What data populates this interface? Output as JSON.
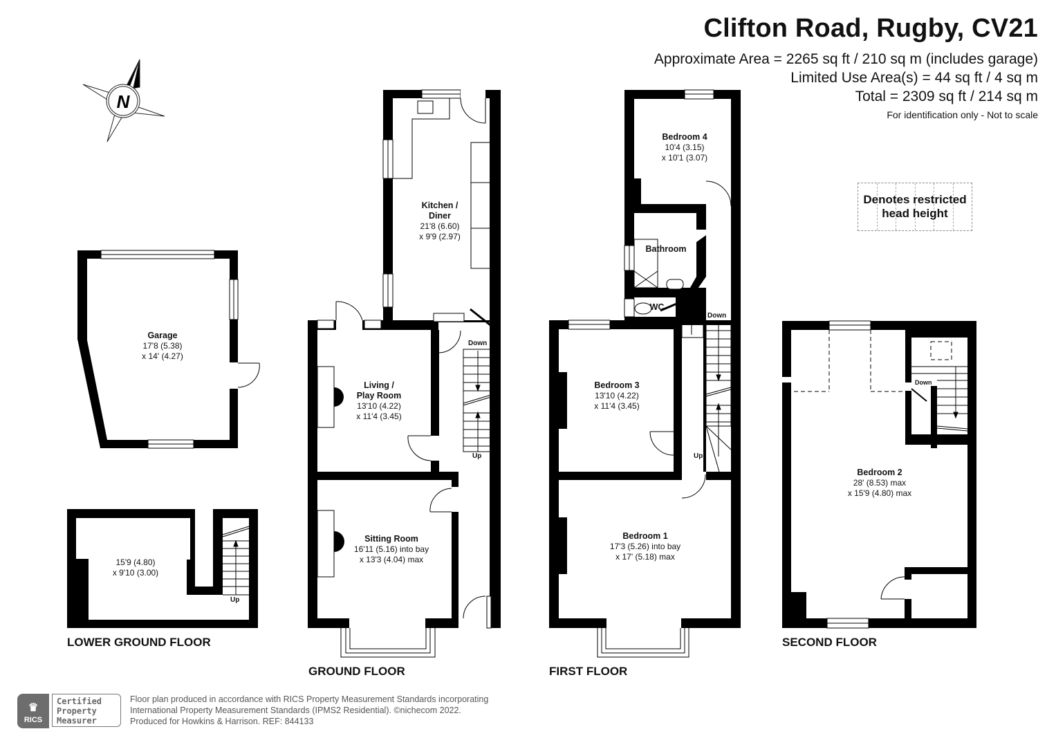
{
  "header": {
    "title": "Clifton Road, Rugby, CV21",
    "approx_area": "Approximate Area = 2265 sq ft / 210 sq m (includes garage)",
    "limited_use": "Limited Use Area(s) = 44 sq ft / 4 sq m",
    "total": "Total = 2309 sq ft / 214 sq m",
    "note": "For identification only - Not to scale"
  },
  "legend": {
    "restricted_head_height": "Denotes restricted head height"
  },
  "compass": {
    "icon": "north-arrow-icon",
    "label": "N"
  },
  "floors": {
    "lower_ground": {
      "label": "LOWER GROUND FLOOR",
      "rooms": [
        {
          "name": "",
          "dim1": "15'9 (4.80)",
          "dim2": "x 9'10 (3.00)"
        }
      ],
      "stairs": [
        "Up"
      ]
    },
    "garage": {
      "rooms": [
        {
          "name": "Garage",
          "dim1": "17'8 (5.38)",
          "dim2": "x 14' (4.27)"
        }
      ]
    },
    "ground": {
      "label": "GROUND FLOOR",
      "rooms": [
        {
          "name": "Kitchen /",
          "name2": "Diner",
          "dim1": "21'8 (6.60)",
          "dim2": "x 9'9 (2.97)"
        },
        {
          "name": "Living /",
          "name2": "Play Room",
          "dim1": "13'10 (4.22)",
          "dim2": "x 11'4 (3.45)"
        },
        {
          "name": "Sitting Room",
          "dim1": "16'11 (5.16) into bay",
          "dim2": "x 13'3 (4.04) max"
        }
      ],
      "stairs": [
        "Down",
        "Up"
      ]
    },
    "first": {
      "label": "FIRST FLOOR",
      "rooms": [
        {
          "name": "Bedroom 4",
          "dim1": "10'4 (3.15)",
          "dim2": "x 10'1 (3.07)"
        },
        {
          "name": "Bathroom"
        },
        {
          "name": "WC"
        },
        {
          "name": "Bedroom 3",
          "dim1": "13'10 (4.22)",
          "dim2": "x 11'4 (3.45)"
        },
        {
          "name": "Bedroom 1",
          "dim1": "17'3 (5.26) into bay",
          "dim2": "x 17' (5.18) max"
        }
      ],
      "stairs": [
        "Down",
        "Up"
      ]
    },
    "second": {
      "label": "SECOND FLOOR",
      "rooms": [
        {
          "name": "Bedroom 2",
          "dim1": "28' (8.53) max",
          "dim2": "x 15'9 (4.80) max"
        }
      ],
      "stairs": [
        "Down"
      ]
    }
  },
  "footer": {
    "rics_logo": "RICS",
    "cert_line1": "Certified",
    "cert_line2": "Property",
    "cert_line3": "Measurer",
    "line1": "Floor plan produced in accordance with RICS Property Measurement Standards incorporating",
    "line2": "International Property Measurement Standards (IPMS2 Residential).   ©nichecom 2022.",
    "line3": "Produced for Howkins & Harrison.   REF: 844133"
  }
}
